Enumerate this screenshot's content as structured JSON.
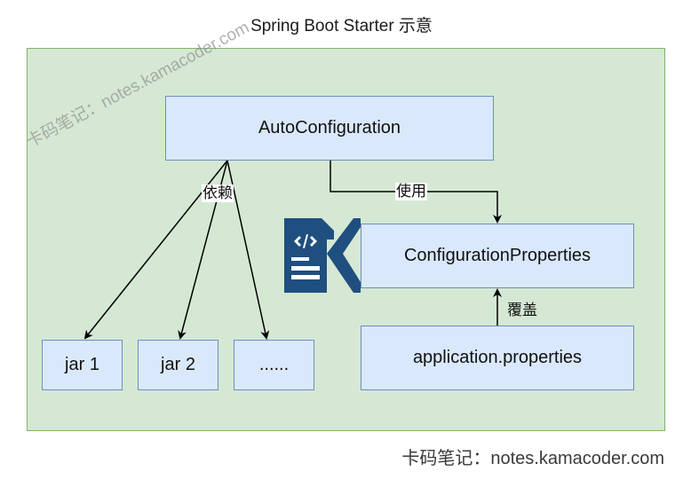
{
  "title": "Spring Boot Starter 示意",
  "nodes": {
    "auto_configuration": "AutoConfiguration",
    "configuration_properties": "ConfigurationProperties",
    "application_properties": "application.properties",
    "jar1": "jar 1",
    "jar2": "jar 2",
    "jar_more": "......"
  },
  "edges": {
    "depends": "依赖",
    "use": "使用",
    "override": "覆盖"
  },
  "watermark": {
    "rotated": "卡码笔记：notes.kamacoder.com",
    "bottom": "卡码笔记：notes.kamacoder.com"
  },
  "colors": {
    "container_fill": "#d5e8d4",
    "container_border": "#82b366",
    "box_fill": "#dae8fc",
    "box_border": "#6c8ebf",
    "logo": "#1f4f7f"
  },
  "icons": {
    "logo": "kamacoder-logo-icon"
  }
}
